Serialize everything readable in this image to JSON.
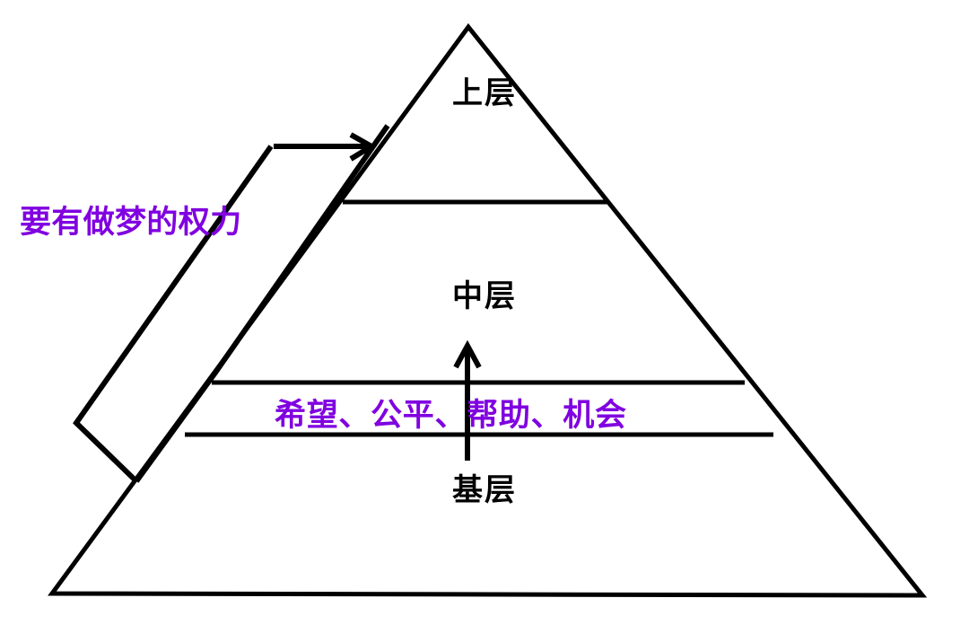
{
  "diagram": {
    "type": "pyramid-hierarchy",
    "background_color": "#ffffff",
    "line_color": "#000000",
    "accent_color": "#8000e0",
    "tiers": [
      {
        "id": "top",
        "label": "上层"
      },
      {
        "id": "mid",
        "label": "中层"
      },
      {
        "id": "base",
        "label": "基层"
      }
    ],
    "annotations": [
      {
        "id": "dream",
        "label": "要有做梦的权力",
        "color": "#8000e0"
      },
      {
        "id": "values",
        "label": "希望、公平、帮助、机会",
        "color": "#8000e0"
      }
    ],
    "arrows": [
      {
        "id": "base-to-top-arrow",
        "direction": "up-right",
        "color": "#000000"
      },
      {
        "id": "base-to-mid-arrow",
        "direction": "up",
        "color": "#000000"
      }
    ]
  }
}
